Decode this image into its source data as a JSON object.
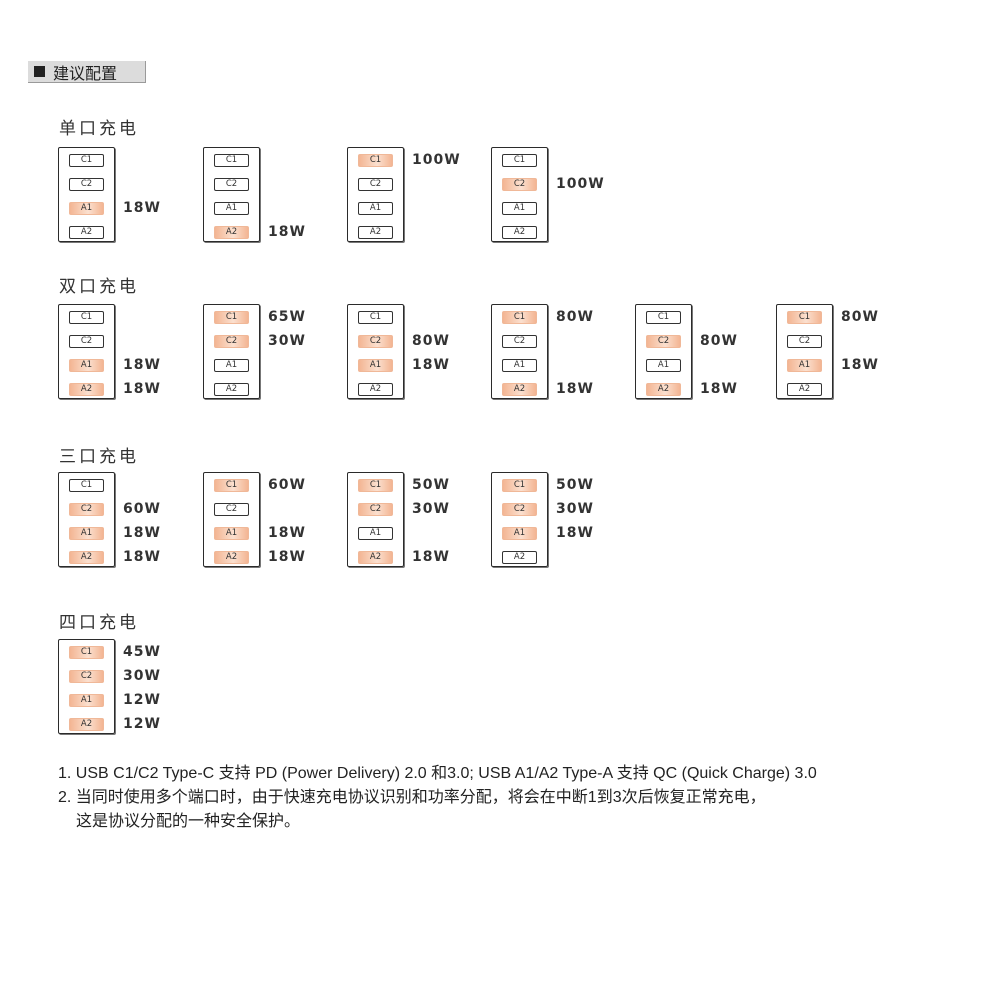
{
  "header": {
    "label": "建议配置"
  },
  "sections": [
    {
      "title": "单口充电",
      "configs": [
        {
          "ports": [
            {
              "label": "C1",
              "active": false
            },
            {
              "label": "C2",
              "active": false
            },
            {
              "label": "A1",
              "active": true
            },
            {
              "label": "A2",
              "active": false
            }
          ],
          "watts": [
            null,
            null,
            "18W",
            null
          ]
        },
        {
          "ports": [
            {
              "label": "C1",
              "active": false
            },
            {
              "label": "C2",
              "active": false
            },
            {
              "label": "A1",
              "active": false
            },
            {
              "label": "A2",
              "active": true
            }
          ],
          "watts": [
            null,
            null,
            null,
            "18W"
          ]
        },
        {
          "ports": [
            {
              "label": "C1",
              "active": true
            },
            {
              "label": "C2",
              "active": false
            },
            {
              "label": "A1",
              "active": false
            },
            {
              "label": "A2",
              "active": false
            }
          ],
          "watts": [
            "100W",
            null,
            null,
            null
          ]
        },
        {
          "ports": [
            {
              "label": "C1",
              "active": false
            },
            {
              "label": "C2",
              "active": true
            },
            {
              "label": "A1",
              "active": false
            },
            {
              "label": "A2",
              "active": false
            }
          ],
          "watts": [
            null,
            "100W",
            null,
            null
          ]
        }
      ]
    },
    {
      "title": "双口充电",
      "configs": [
        {
          "ports": [
            {
              "label": "C1",
              "active": false
            },
            {
              "label": "C2",
              "active": false
            },
            {
              "label": "A1",
              "active": true
            },
            {
              "label": "A2",
              "active": true
            }
          ],
          "watts": [
            null,
            null,
            "18W",
            "18W"
          ]
        },
        {
          "ports": [
            {
              "label": "C1",
              "active": true
            },
            {
              "label": "C2",
              "active": true
            },
            {
              "label": "A1",
              "active": false
            },
            {
              "label": "A2",
              "active": false
            }
          ],
          "watts": [
            "65W",
            "30W",
            null,
            null
          ]
        },
        {
          "ports": [
            {
              "label": "C1",
              "active": false
            },
            {
              "label": "C2",
              "active": true
            },
            {
              "label": "A1",
              "active": true
            },
            {
              "label": "A2",
              "active": false
            }
          ],
          "watts": [
            null,
            "80W",
            "18W",
            null
          ]
        },
        {
          "ports": [
            {
              "label": "C1",
              "active": true
            },
            {
              "label": "C2",
              "active": false
            },
            {
              "label": "A1",
              "active": false
            },
            {
              "label": "A2",
              "active": true
            }
          ],
          "watts": [
            "80W",
            null,
            null,
            "18W"
          ]
        },
        {
          "ports": [
            {
              "label": "C1",
              "active": false
            },
            {
              "label": "C2",
              "active": true
            },
            {
              "label": "A1",
              "active": false
            },
            {
              "label": "A2",
              "active": true
            }
          ],
          "watts": [
            null,
            "80W",
            null,
            "18W"
          ]
        },
        {
          "ports": [
            {
              "label": "C1",
              "active": true
            },
            {
              "label": "C2",
              "active": false
            },
            {
              "label": "A1",
              "active": true
            },
            {
              "label": "A2",
              "active": false
            }
          ],
          "watts": [
            "80W",
            null,
            "18W",
            null
          ]
        }
      ]
    },
    {
      "title": "三口充电",
      "configs": [
        {
          "ports": [
            {
              "label": "C1",
              "active": false
            },
            {
              "label": "C2",
              "active": true
            },
            {
              "label": "A1",
              "active": true
            },
            {
              "label": "A2",
              "active": true
            }
          ],
          "watts": [
            null,
            "60W",
            "18W",
            "18W"
          ]
        },
        {
          "ports": [
            {
              "label": "C1",
              "active": true
            },
            {
              "label": "C2",
              "active": false
            },
            {
              "label": "A1",
              "active": true
            },
            {
              "label": "A2",
              "active": true
            }
          ],
          "watts": [
            "60W",
            null,
            "18W",
            "18W"
          ]
        },
        {
          "ports": [
            {
              "label": "C1",
              "active": true
            },
            {
              "label": "C2",
              "active": true
            },
            {
              "label": "A1",
              "active": false
            },
            {
              "label": "A2",
              "active": true
            }
          ],
          "watts": [
            "50W",
            "30W",
            null,
            "18W"
          ]
        },
        {
          "ports": [
            {
              "label": "C1",
              "active": true
            },
            {
              "label": "C2",
              "active": true
            },
            {
              "label": "A1",
              "active": true
            },
            {
              "label": "A2",
              "active": false
            }
          ],
          "watts": [
            "50W",
            "30W",
            "18W",
            null
          ]
        }
      ]
    },
    {
      "title": "四口充电",
      "configs": [
        {
          "ports": [
            {
              "label": "C1",
              "active": true
            },
            {
              "label": "C2",
              "active": true
            },
            {
              "label": "A1",
              "active": true
            },
            {
              "label": "A2",
              "active": true
            }
          ],
          "watts": [
            "45W",
            "30W",
            "12W",
            "12W"
          ]
        }
      ]
    }
  ],
  "notes": [
    {
      "text": "1. USB C1/C2 Type-C 支持 PD (Power Delivery) 2.0 和3.0; USB A1/A2 Type-A 支持 QC (Quick Charge) 3.0"
    },
    {
      "text": "2. 当同时使用多个端口时，由于快速充电协议识别和功率分配，将会在中断1到3次后恢复正常充电，",
      "cont": "这是协议分配的一种安全保护。"
    }
  ],
  "colors": {
    "active_port": "#f3b593",
    "inactive_port": "#ffffff",
    "border": "#2b2b2b"
  }
}
